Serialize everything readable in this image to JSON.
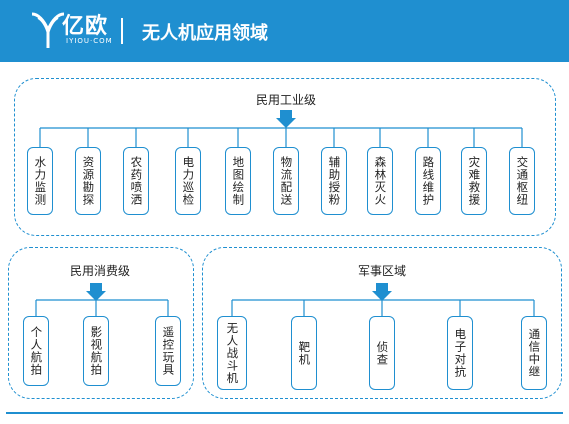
{
  "header": {
    "logo_text": "亿欧",
    "logo_sub": "IYIOU·COM",
    "title": "无人机应用领域"
  },
  "groups": {
    "industrial": {
      "title": "民用工业级",
      "items": [
        "水力监测",
        "资源勘探",
        "农药喷洒",
        "电力巡检",
        "地图绘制",
        "物流配送",
        "辅助授粉",
        "森林灭火",
        "路线维护",
        "灾难救援",
        "交通枢纽"
      ]
    },
    "consumer": {
      "title": "民用消费级",
      "items": [
        "个人航拍",
        "影视航拍",
        "遥控玩具"
      ]
    },
    "military": {
      "title": "军事区域",
      "items": [
        "无人战斗机",
        "靶机",
        "侦查",
        "电子对抗",
        "通信中继"
      ]
    }
  },
  "colors": {
    "accent": "#1f8fd0",
    "text": "#222222"
  }
}
